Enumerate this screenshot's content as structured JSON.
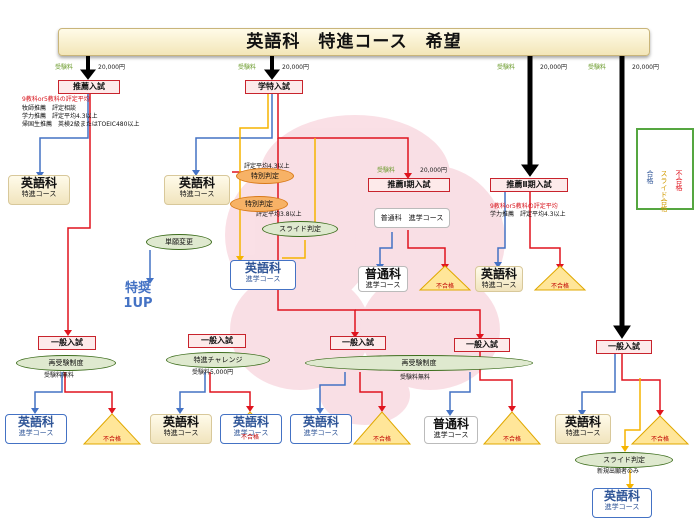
{
  "banner": {
    "title": "英語科　特進コース　希望"
  },
  "fees": {
    "label": "受験料",
    "amount": "20,000円"
  },
  "exams": {
    "suisen": "推薦入試",
    "gakutoku": "学特入試",
    "suisen1": "推薦Ⅰ期入試",
    "suisen2": "推薦Ⅱ期入試",
    "ippan": "一般入試"
  },
  "notes": {
    "suisen_red": "9教科or5教科の評定平均",
    "suisen_lines": [
      "牧師推薦　評定相談",
      "学力推薦　評定平均4.3以上",
      "帰国生推薦　英検2級またはTOEIC480以上"
    ],
    "gakutoku_line1": "評定平均4.3以上",
    "gakutoku_line2": "評定平均3.8以上",
    "suisen2_red": "9教科or5教科の評定平均",
    "suisen2_line": "学力推薦　評定平均4.3以上",
    "fee_free": "受験料無料",
    "fee_5000": "受験料5,000円",
    "new_only": "新規出願者のみ"
  },
  "ellipses": {
    "tokubetsu1": "特別判定",
    "tokubetsu2": "特別判定",
    "tangan": "単願変更",
    "slide": "スライド判定",
    "saijuken": "再受験制度",
    "challenge": "特進チャレンジ",
    "saijuken2": "再受験制度",
    "slide2": "スライド判定"
  },
  "courses": {
    "eigo": "英語科",
    "futsu": "普通科",
    "tokushin": "特進コース",
    "shingaku": "進学コース",
    "futsu_shingaku": "普通科　進学コース"
  },
  "tokusho": {
    "line1": "特奨",
    "line2": "1UP"
  },
  "fail_label": "不合格",
  "legend": {
    "pass": "合格",
    "slide": "スライド合格",
    "fail": "不合格",
    "colors": {
      "pass": "#4472c4",
      "slide": "#f5b400",
      "fail": "#e0141e",
      "main": "#000000",
      "frame": "#55a640"
    }
  }
}
